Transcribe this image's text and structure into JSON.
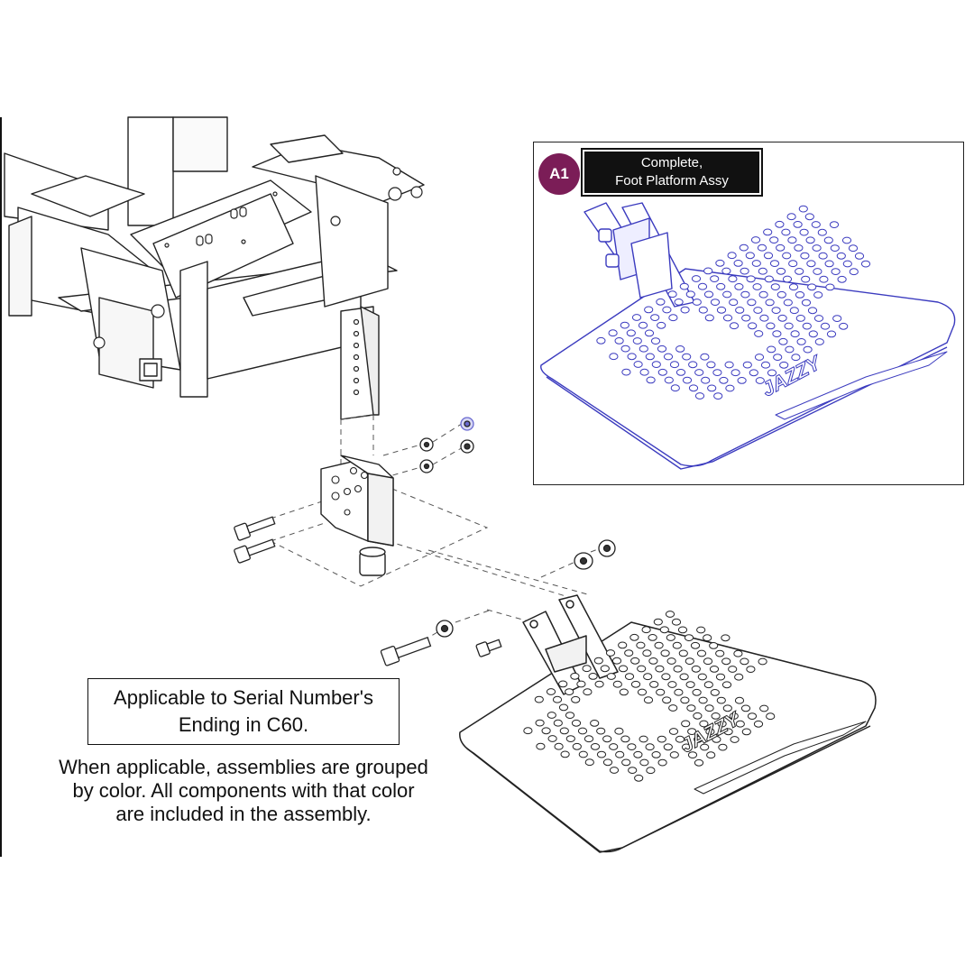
{
  "inset": {
    "badge": "A1",
    "label_line1": "Complete,",
    "label_line2": "Foot Platform Assy",
    "brand": "JAZZY"
  },
  "main": {
    "brand": "JAZZY"
  },
  "serial_note": {
    "line1": "Applicable to Serial Number's",
    "line2": "Ending in C60."
  },
  "color_note": {
    "line1": "When applicable, assemblies are grouped",
    "line2": "by color. All components with that color",
    "line3": "are included in the assembly."
  },
  "colors": {
    "inset_line": "#3b3bbf",
    "badge_bg": "#7b1d57",
    "highlight_nut": "#6a6ad0"
  }
}
